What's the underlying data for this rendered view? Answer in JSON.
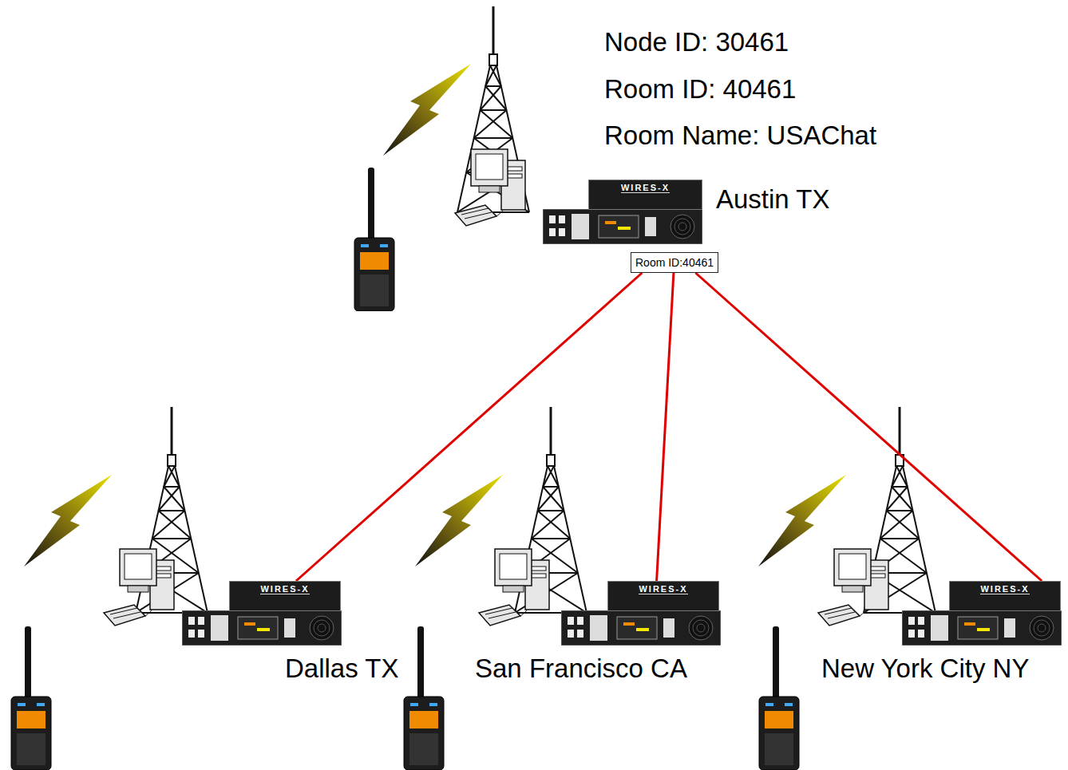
{
  "diagram": {
    "nodes": [
      {
        "text": [
          "WIRES-X"
        ]
      },
      {
        "text": [
          "Room ID:40461"
        ]
      },
      {
        "text": [
          "WIRES-X"
        ]
      },
      {
        "text": [
          "WIRES-X"
        ]
      },
      {
        "text": [
          "WIRES-X"
        ]
      }
    ],
    "edges": [
      {
        "from": 1,
        "to": 2,
        "arrow": "none"
      },
      {
        "from": 1,
        "to": 3,
        "arrow": "none"
      },
      {
        "from": 1,
        "to": 4,
        "arrow": "none"
      }
    ],
    "labels": [
      "Node ID: 30461",
      "Room ID: 40461",
      "Room Name: USAChat",
      "Austin TX",
      "Dallas TX",
      "San Francisco CA",
      "New York City NY"
    ]
  }
}
